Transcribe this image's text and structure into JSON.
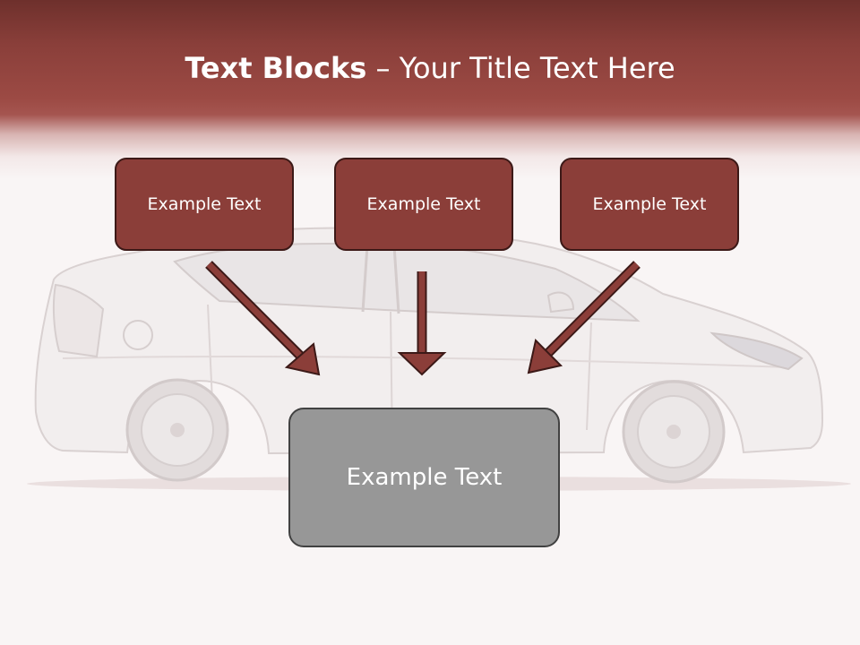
{
  "title": {
    "bold_part": "Text Blocks",
    "rest_part": " – Your Title Text Here"
  },
  "blocks": {
    "top": [
      "Example Text",
      "Example Text",
      "Example Text"
    ],
    "bottom": "Example Text"
  },
  "colors": {
    "header_red": "#8a3f3a",
    "box_red": "#8b3e39",
    "box_gray": "#979797",
    "arrow_red": "#8b3e39"
  }
}
